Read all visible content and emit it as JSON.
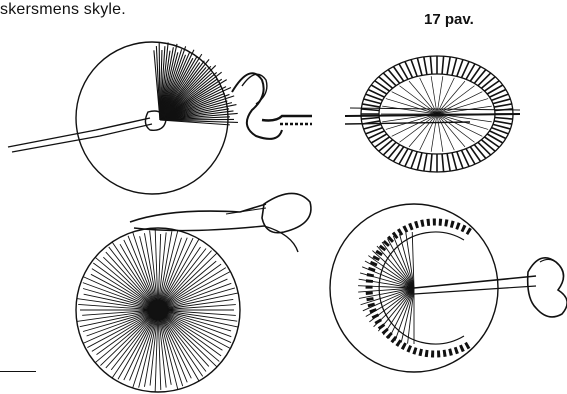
{
  "caption": {
    "text": "skersmens skyle."
  },
  "figure": {
    "label": "17 pav."
  },
  "illustrations": [
    {
      "name": "fan-stitch-on-circle-with-scissors"
    },
    {
      "name": "elliptical-padded-eye-with-needle"
    },
    {
      "name": "radial-eyelet-with-scissors"
    },
    {
      "name": "buttonhole-eyelet-with-hand-and-needle"
    }
  ]
}
